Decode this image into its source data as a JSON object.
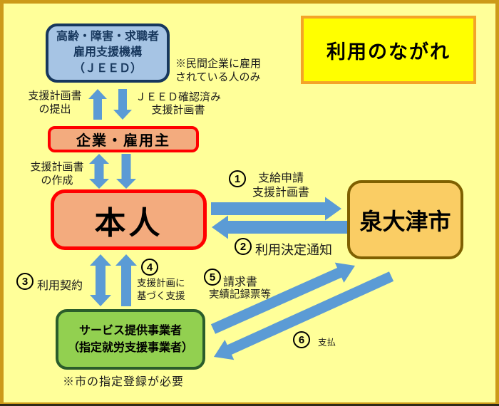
{
  "title": "利用のながれ",
  "boxes": {
    "jeed": {
      "line1": "高齢・障害・求職者",
      "line2": "雇用支援機構",
      "line3": "（ＪＥＥＤ）"
    },
    "employer": {
      "label": "企業・雇用主"
    },
    "person": {
      "label": "本人"
    },
    "city": {
      "label": "泉大津市"
    },
    "provider": {
      "line1": "サービス提供事業者",
      "line2": "（指定就労支援事業者）"
    }
  },
  "notes": {
    "jeed": {
      "line1": "※民間企業に雇用",
      "line2": "されている人のみ"
    },
    "provider": "※市の指定登録が必要"
  },
  "labels": {
    "submit": {
      "line1": "支援計画書",
      "line2": "の提出"
    },
    "confirmed": {
      "line1": "ＪＥＥＤ確認済み",
      "line2": "支援計画書"
    },
    "create": {
      "line1": "支援計画書",
      "line2": "の作成"
    },
    "step1": {
      "num": "1",
      "line1": "支給申請",
      "line2": "支援計画書"
    },
    "step2": {
      "num": "2",
      "text": "利用決定通知"
    },
    "step3": {
      "num": "3",
      "text": "利用契約"
    },
    "step4": {
      "num": "4",
      "line1": "支援計画に",
      "line2": "基づく支援"
    },
    "step5": {
      "num": "5",
      "line1": "請求書",
      "line2": "実績記録票等"
    },
    "step6": {
      "num": "6",
      "text": "支払"
    }
  },
  "colors": {
    "background": "#FFFF99",
    "frame": "#CC9A1A",
    "arrow": "#5B9BD5",
    "jeed_fill": "#A6C4E4",
    "jeed_border": "#17375D",
    "salmon_fill": "#F3AB7E",
    "red_border": "#FF0000",
    "city_fill": "#FACD64",
    "city_border": "#7F6000",
    "green_fill": "#92D050",
    "green_border": "#2B5D2B",
    "title_fill": "#FFFF00",
    "title_border": "#F4A428"
  }
}
